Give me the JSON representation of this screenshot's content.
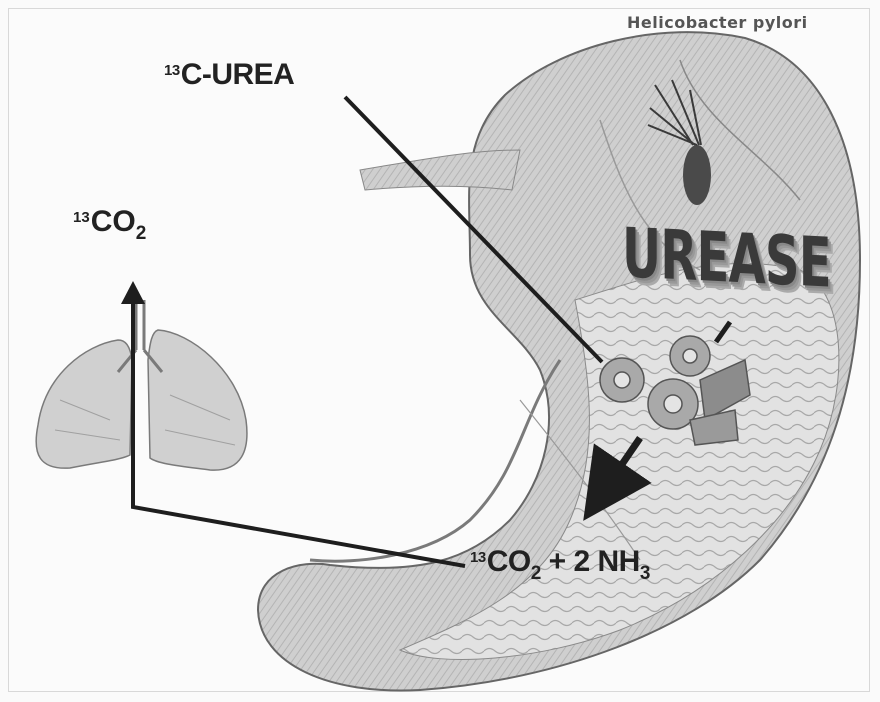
{
  "diagram": {
    "organism_label": "Helicobacter pylori",
    "substrate": {
      "isotope": "13",
      "text": "C-UREA"
    },
    "exhaled": {
      "isotope": "13",
      "base": "CO",
      "subscript": "2"
    },
    "enzyme_label": "UREASE",
    "products": {
      "isotope": "13",
      "co": "CO",
      "co_sub": "2",
      "plus": " + 2 NH",
      "nh_sub": "3"
    }
  },
  "colors": {
    "stomach_fill": "#d2d2d2",
    "stomach_shade": "#9c9c9c",
    "arrow": "#1e1e1e",
    "gear": "#a9a9a9",
    "lung": "#cfcfcf"
  },
  "icons": [
    "stomach-illustration",
    "lungs-icon",
    "gears-icon",
    "bacterium-icon",
    "arrow-up-icon"
  ]
}
